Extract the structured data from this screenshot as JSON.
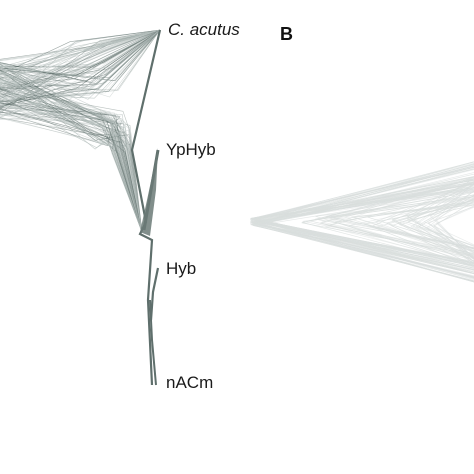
{
  "panel_label": "B",
  "taxa": [
    {
      "label": "C. acutus",
      "italic": true
    },
    {
      "label": "YpHyb",
      "italic": false
    },
    {
      "label": "Hyb",
      "italic": false
    },
    {
      "label": "nACm",
      "italic": false
    }
  ],
  "colors": {
    "tree_dark": "#5f6f6c",
    "tree_light": "#b5bfbd",
    "tree_faint": "#d9dedd",
    "label_text": "#1a1a1a",
    "background": "#ffffff"
  }
}
